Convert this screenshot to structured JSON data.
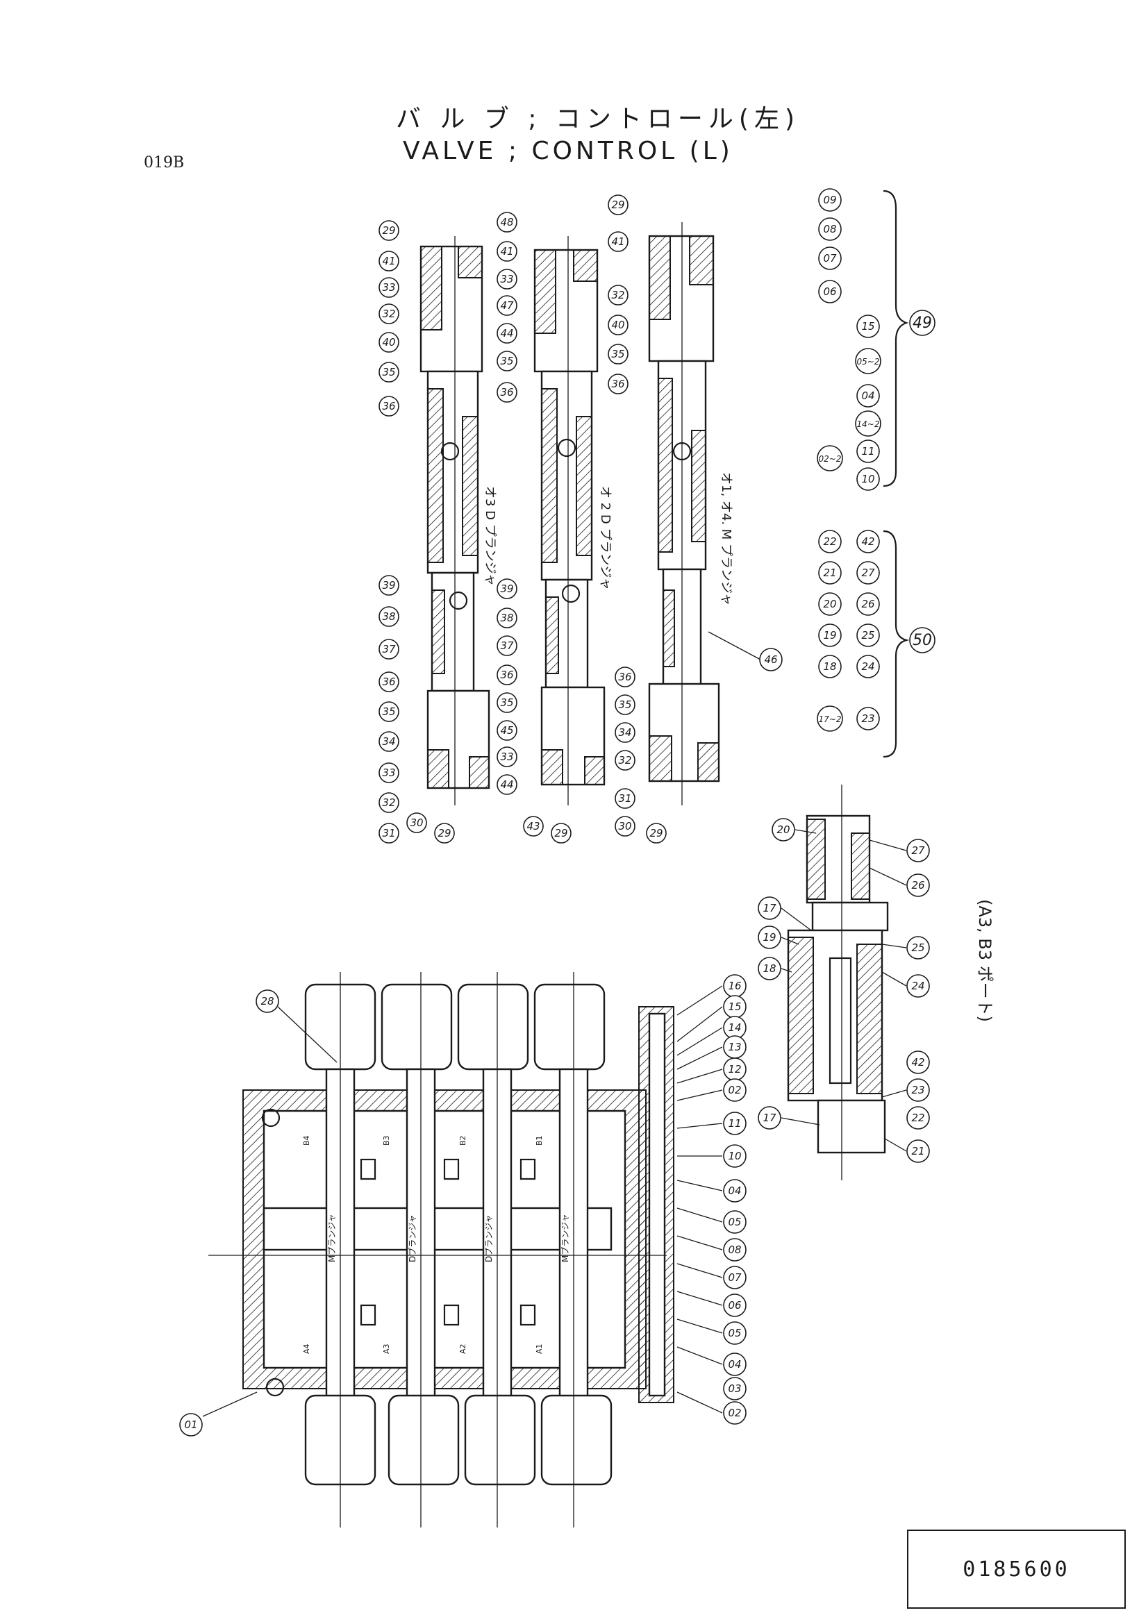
{
  "page_code": "019B",
  "title_jp": "バ ル ブ ; コントロール(左)",
  "title_en": "VALVE ; CONTROL (L)",
  "drawing_number": "0185600",
  "plunger_labels": {
    "p3d": "オ3 D プランジャ",
    "p2d": "オ 2 D プランジャ",
    "p14m": "オ1, オ4. M プランジャ"
  },
  "port_label": "(A3, B3 ポート)",
  "spool_labels": [
    "Mプランジャ",
    "Dプランジャ",
    "Dプランジャ",
    "Mプランジャ"
  ],
  "port_marks": [
    "B4",
    "B3",
    "B2",
    "B1",
    "A4",
    "A3",
    "A2",
    "A1"
  ],
  "groups": {
    "g49": {
      "label": "49",
      "rows": [
        [
          "09",
          "08",
          "07",
          "06"
        ],
        [
          "15",
          "05~2",
          "04"
        ],
        [
          "02~2",
          "14~2",
          "11",
          "10"
        ]
      ]
    },
    "g50": {
      "label": "50",
      "rows": [
        [
          "22",
          "21",
          "20",
          "19",
          "18",
          "17~2"
        ],
        [
          "42",
          "27",
          "26",
          "25",
          "24",
          "23"
        ]
      ]
    }
  },
  "callouts": {
    "c01": "01",
    "c02a": "02",
    "c02b": "02",
    "c03": "03",
    "c04": "04",
    "c05": "05",
    "c06": "06",
    "c07": "07",
    "c08": "08",
    "c05b": "05",
    "c04b": "04",
    "c10": "10",
    "c11": "11",
    "c12": "12",
    "c13": "13",
    "c14": "14",
    "c15": "15",
    "c16": "16",
    "c17a": "17",
    "c17b": "17",
    "c18": "18",
    "c19": "19",
    "c20": "20",
    "c21": "21",
    "c22": "22",
    "c23": "23",
    "c42": "42",
    "c24": "24",
    "c25": "25",
    "c26": "26",
    "c27": "27",
    "c28": "28",
    "a29": "29",
    "a41": "41",
    "a33": "33",
    "a32": "32",
    "a40": "40",
    "a35": "35",
    "a36": "36",
    "a39": "39",
    "a38": "38",
    "a37": "37",
    "a36b": "36",
    "a35b": "35",
    "a34": "34",
    "a33b": "33",
    "a32b": "32",
    "a31": "31",
    "a30": "30",
    "a29b": "29",
    "b48": "48",
    "b41": "41",
    "b33": "33",
    "b47": "47",
    "b44": "44",
    "b35": "35",
    "b36": "36",
    "b39": "39",
    "b38": "38",
    "b37": "37",
    "b36b": "36",
    "b35b": "35",
    "b45": "45",
    "b33b": "33",
    "b44b": "44",
    "b43": "43",
    "b29": "29",
    "m29": "29",
    "m41": "41",
    "m32": "32",
    "m40": "40",
    "m35": "35",
    "m36": "36",
    "m46": "46",
    "m36b": "36",
    "m35b": "35",
    "m34": "34",
    "m32b": "32",
    "m31": "31",
    "m30": "30",
    "m29b": "29"
  }
}
